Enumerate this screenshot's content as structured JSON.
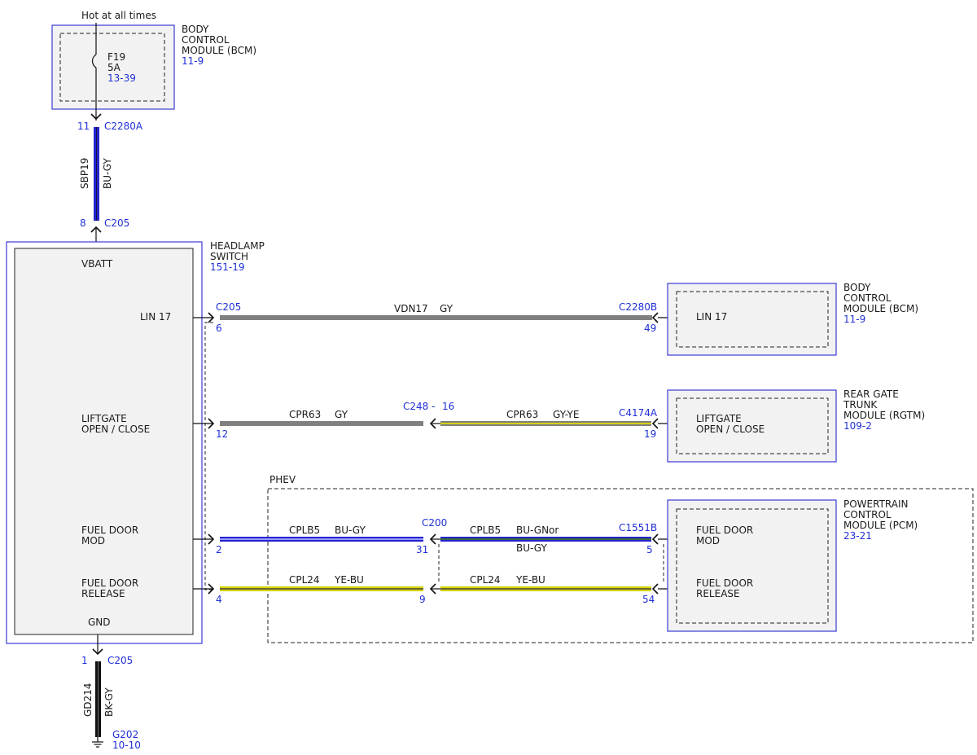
{
  "colors": {
    "ref_blue": "#1f2fd6",
    "module_border": "#3b3bd6",
    "module_fill": "#f2f2f2",
    "wire_gray": "#808080",
    "wire_blue": "#2323d0",
    "wire_yellow": "#d4d400",
    "wire_black": "#111111"
  },
  "top_label": "Hot at all times",
  "bcm_top": {
    "name_lines": [
      "BODY",
      "CONTROL",
      "MODULE (BCM)"
    ],
    "ref": "11-9",
    "fuse": {
      "name": "F19",
      "rating": "5A",
      "ref": "13-39"
    }
  },
  "wire_sbp19": {
    "circuit": "SBP19",
    "color": "BU-GY",
    "top_pin": "11",
    "top_connector": "C2280A",
    "bottom_pin": "8",
    "bottom_connector": "C205"
  },
  "headlamp_switch": {
    "name_lines": [
      "HEADLAMP",
      "SWITCH"
    ],
    "ref": "151-19",
    "pins": {
      "vbatt": "VBATT",
      "lin17": "LIN 17",
      "liftgate_lines": [
        "LIFTGATE",
        "OPEN / CLOSE"
      ],
      "fuel_mod_lines": [
        "FUEL DOOR",
        "MOD"
      ],
      "fuel_release_lines": [
        "FUEL DOOR",
        "RELEASE"
      ],
      "gnd": "GND"
    }
  },
  "lin_wire": {
    "left_connector": "C205",
    "left_pin": "6",
    "circuit": "VDN17",
    "color": "GY",
    "right_connector": "C2280B",
    "right_pin": "49"
  },
  "bcm_right": {
    "name_lines": [
      "BODY",
      "CONTROL",
      "MODULE (BCM)"
    ],
    "ref": "11-9",
    "pin_label": "LIN 17"
  },
  "liftgate_wire": {
    "left_pin": "12",
    "left_circuit": "CPR63",
    "left_color": "GY",
    "inline_connector": "C248 -",
    "inline_pin": "16",
    "right_circuit": "CPR63",
    "right_color": "GY-YE",
    "right_connector": "C4174A",
    "right_pin": "19"
  },
  "rgtm": {
    "name_lines": [
      "REAR GATE",
      "TRUNK",
      "MODULE (RGTM)"
    ],
    "ref": "109-2",
    "pin_lines": [
      "LIFTGATE",
      "OPEN / CLOSE"
    ]
  },
  "phev_label": "PHEV",
  "fuel_mod_wire": {
    "left_pin": "2",
    "left_circuit": "CPLB5",
    "left_color": "BU-GY",
    "inline_connector": "C200",
    "inline_pin": "31",
    "right_circuit": "CPLB5",
    "right_color": "BU-GNor",
    "right_color_alt": "BU-GY",
    "right_connector": "C1551B",
    "right_pin": "5"
  },
  "fuel_release_wire": {
    "left_pin": "4",
    "left_circuit": "CPL24",
    "left_color": "YE-BU",
    "inline_pin": "9",
    "right_circuit": "CPL24",
    "right_color": "YE-BU",
    "right_pin": "54"
  },
  "pcm": {
    "name_lines": [
      "POWERTRAIN",
      "CONTROL",
      "MODULE (PCM)"
    ],
    "ref": "23-21",
    "pin1_lines": [
      "FUEL DOOR",
      "MOD"
    ],
    "pin2_lines": [
      "FUEL DOOR",
      "RELEASE"
    ]
  },
  "ground_wire": {
    "pin": "1",
    "connector": "C205",
    "circuit": "GD214",
    "color": "BK-GY",
    "ground_ref": "G202",
    "ground_page": "10-10"
  }
}
